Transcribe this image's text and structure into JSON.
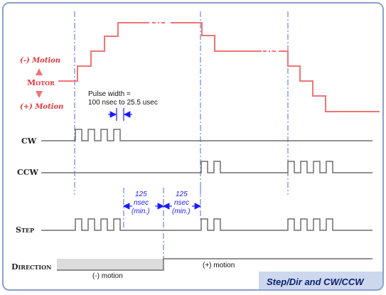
{
  "diagram": {
    "caption": "Step/Dir and CW/CCW",
    "motor": {
      "label_neg": "(-) Motion",
      "label_big": "M",
      "label_small": "OTOR",
      "label_pos": "(+) Motion"
    },
    "signals": {
      "cw": "CW",
      "ccw": "CCW",
      "step_big": "S",
      "step_small": "TEP",
      "dir_big": "D",
      "dir_small": "IRECTION"
    },
    "pulse_width": {
      "line1": "Pulse width =",
      "line2": "100 nsec to 25.5 usec"
    },
    "timing_a": {
      "value": "125",
      "unit": "nsec",
      "note": "(min.)"
    },
    "timing_b": {
      "value": "125",
      "unit": "nsec",
      "note": "(min.)"
    },
    "direction": {
      "neg": "(-) motion",
      "pos": "(+) motion"
    },
    "colors": {
      "motor_trace": "#f07575",
      "signal_trace": "#6e6e6e",
      "marker": "#5566dd",
      "arrow": "#1a1aff",
      "caption_bg": "#cdd8ee",
      "motor_label": "#e8353b"
    }
  }
}
